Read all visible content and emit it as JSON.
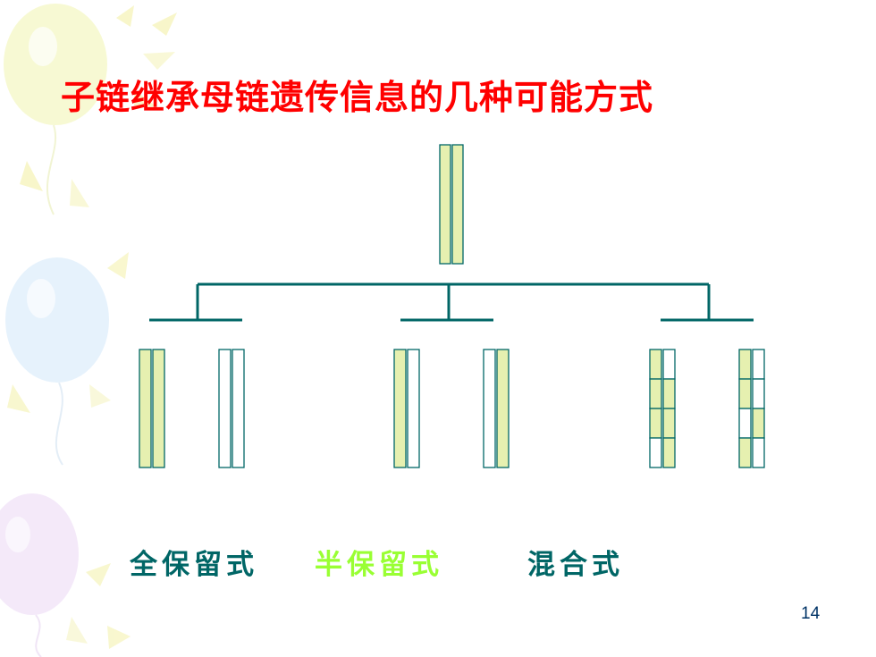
{
  "slide": {
    "title": "子链继承母链遗传信息的几种可能方式",
    "page_number": "14"
  },
  "colors": {
    "title": "#ff0000",
    "tree_line": "#006666",
    "strand_border": "#006666",
    "old_strand_fill": "#e6f0b0",
    "new_strand_fill": "#ffffff",
    "label_full": "#006666",
    "label_semi": "#99ff33",
    "label_mixed": "#006666"
  },
  "diagram": {
    "parent": {
      "strands": [
        "old",
        "old"
      ]
    },
    "modes": [
      {
        "label": "全保留式",
        "label_color": "#006666",
        "daughters": [
          {
            "strands": [
              [
                "old"
              ],
              [
                "old"
              ]
            ]
          },
          {
            "strands": [
              [
                "new"
              ],
              [
                "new"
              ]
            ]
          }
        ]
      },
      {
        "label": "半保留式",
        "label_color": "#99ff33",
        "daughters": [
          {
            "strands": [
              [
                "old"
              ],
              [
                "new"
              ]
            ]
          },
          {
            "strands": [
              [
                "new"
              ],
              [
                "old"
              ]
            ]
          }
        ]
      },
      {
        "label": "混合式",
        "label_color": "#006666",
        "daughters": [
          {
            "strands": [
              [
                "old",
                "old",
                "old",
                "new"
              ],
              [
                "new",
                "old",
                "old",
                "old"
              ]
            ]
          },
          {
            "strands": [
              [
                "old",
                "old",
                "new",
                "old"
              ],
              [
                "new",
                "new",
                "old",
                "new"
              ]
            ]
          }
        ]
      }
    ]
  }
}
